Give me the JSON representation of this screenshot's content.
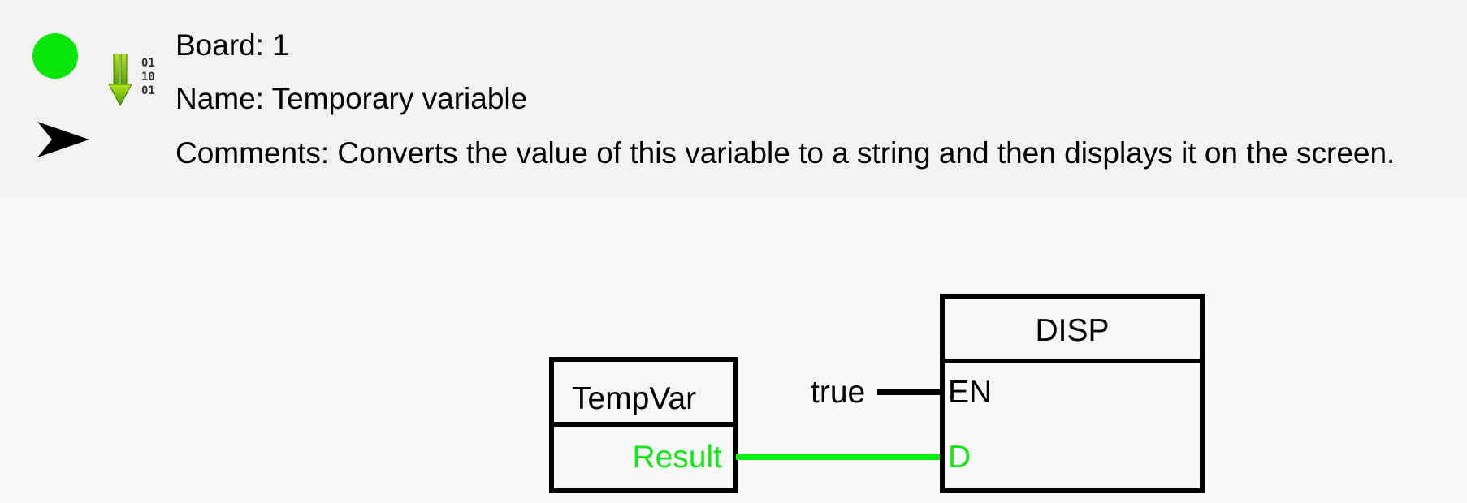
{
  "header": {
    "board": "Board: 1",
    "name": "Name: Temporary variable",
    "comments": "Comments: Converts the value of this variable to a string and then displays it on the screen.",
    "status_color": "#0ae60a",
    "icons": [
      "status-dot-icon",
      "download-binary-icon",
      "arrow-right-icon"
    ]
  },
  "diagram": {
    "tempvar_block": {
      "title": "TempVar",
      "output": "Result"
    },
    "disp_block": {
      "title": "DISP",
      "pins": {
        "en": "EN",
        "d": "D"
      }
    },
    "en_input": "true",
    "colors": {
      "active": "#10ee10",
      "default": "#000000"
    }
  }
}
